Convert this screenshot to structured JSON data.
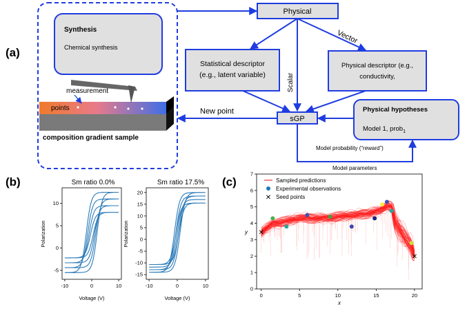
{
  "panel_labels": {
    "a": "(a)",
    "b": "(b)",
    "c": "(c)"
  },
  "flow": {
    "synthesis_title": "Synthesis",
    "synthesis_sub": "Chemical synthesis",
    "measurement": "measurement",
    "points": "points",
    "sample_caption": "composition gradient sample",
    "physical": "Physical",
    "vector": "Vector",
    "scalar": "Scalar",
    "stat_desc_line1": "Statistical descriptor",
    "stat_desc_line2": "(e.g., latent variable)",
    "phys_desc_line1": "Physical descriptor (e.g.,",
    "phys_desc_line2": "conductivity,",
    "sgp": "sGP",
    "new_point": "New point",
    "hyp_title": "Physical hypotheses",
    "hyp_model": "Model 1, prob",
    "hyp_sub": "1",
    "model_prob": "Model probability (“reward”)",
    "model_params": "Model parameters"
  },
  "hysteresis": [
    {
      "title": "Sm ratio 0.0%",
      "xlabel": "Voltage (V)",
      "ylabel": "Polarization",
      "xticks": [
        -10,
        0,
        10
      ],
      "yticks": [
        -5,
        0,
        5,
        10
      ],
      "xlim": [
        -11,
        11
      ],
      "ylim": [
        -7,
        13.5
      ]
    },
    {
      "title": "Sm ratio 17.5%",
      "xlabel": "Voltage (V)",
      "ylabel": "Polarization",
      "xticks": [
        -10,
        0,
        10
      ],
      "yticks": [
        -15,
        -10,
        -5,
        0,
        5,
        10,
        15,
        20
      ],
      "xlim": [
        -11,
        11
      ],
      "ylim": [
        -17,
        22
      ]
    }
  ],
  "chart_data": {
    "type": "scatter",
    "xlabel": "x",
    "ylabel": "y",
    "xlim": [
      -0.6,
      21
    ],
    "ylim": [
      0,
      7
    ],
    "xticks": [
      0,
      5,
      10,
      15,
      20
    ],
    "yticks": [
      0,
      1,
      2,
      3,
      4,
      5,
      6,
      7
    ],
    "legend": [
      "Sampled predictions",
      "Experimental observations",
      "Seed points"
    ],
    "legend_position": "top-left",
    "mean_curve": {
      "x": [
        0,
        1.5,
        3,
        5,
        7,
        9,
        11,
        12.5,
        14,
        15.5,
        16.5,
        17,
        17.5,
        18.5,
        19.5,
        20
      ],
      "y": [
        3.45,
        4.0,
        4.1,
        4.3,
        4.3,
        4.35,
        4.45,
        4.5,
        4.6,
        4.8,
        5.1,
        5.0,
        4.0,
        3.3,
        2.6,
        2.0
      ]
    },
    "observations": [
      {
        "x": 1.5,
        "y": 4.3,
        "color": "#4caf50"
      },
      {
        "x": 3.3,
        "y": 3.8,
        "color": "#26a69a"
      },
      {
        "x": 6.0,
        "y": 4.5,
        "color": "#3f51b5"
      },
      {
        "x": 9.0,
        "y": 4.4,
        "color": "#43a047"
      },
      {
        "x": 11.8,
        "y": 3.8,
        "color": "#3949ab"
      },
      {
        "x": 14.8,
        "y": 4.3,
        "color": "#1a237e"
      },
      {
        "x": 15.8,
        "y": 5.15,
        "color": "#ffeb3b"
      },
      {
        "x": 16.4,
        "y": 5.3,
        "color": "#3f51b5"
      },
      {
        "x": 17.0,
        "y": 4.75,
        "color": "#26a69a"
      },
      {
        "x": 19.6,
        "y": 2.8,
        "color": "#cddc39"
      }
    ],
    "seeds": [
      {
        "x": 0,
        "y": 3.45
      },
      {
        "x": 20,
        "y": 2.0
      }
    ]
  }
}
